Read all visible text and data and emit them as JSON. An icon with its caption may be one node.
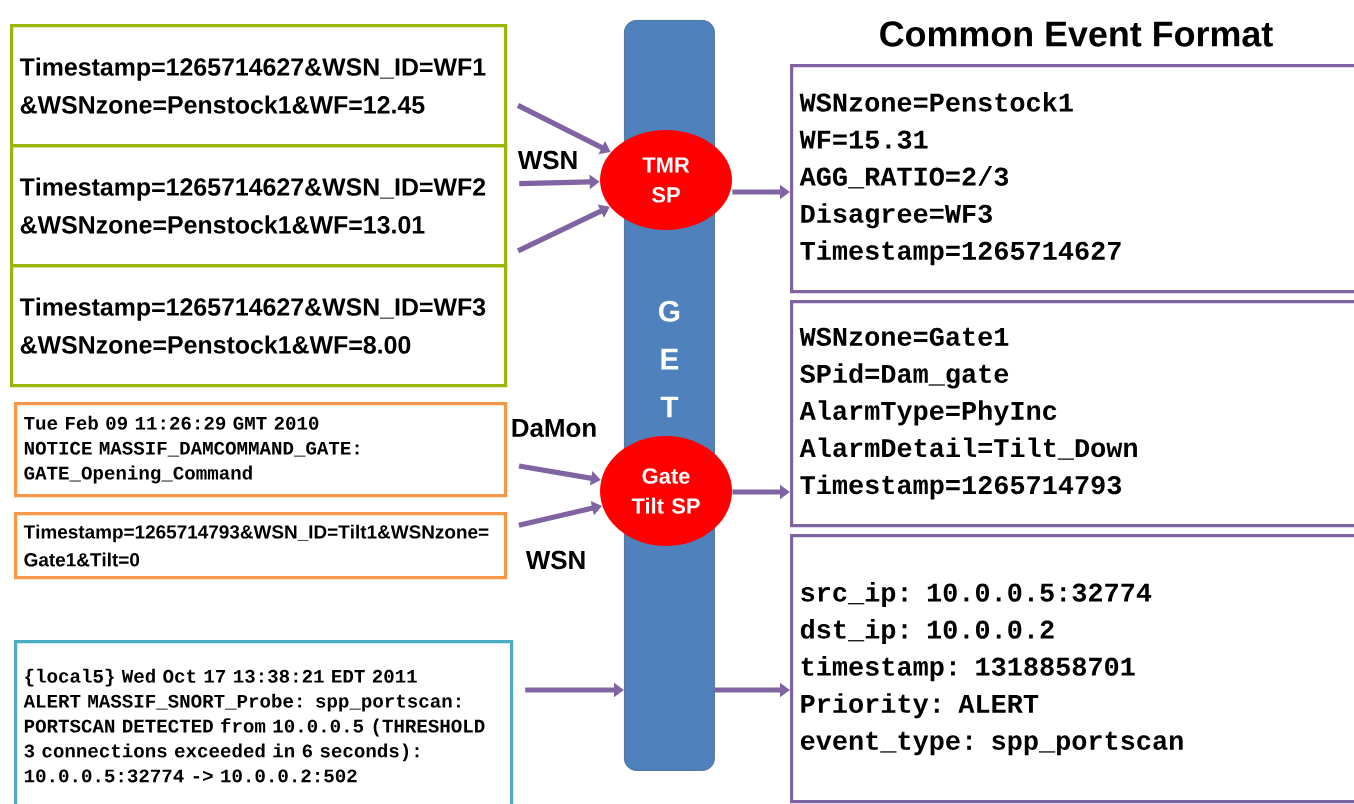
{
  "diagram": {
    "title": "Common Event Format",
    "nodes": [
      {
        "text": [
          "Timestamp=1265714627&WSN_ID=WF1&WSNzone=Penstock1&WF=12.45"
        ]
      },
      {
        "text": [
          "Timestamp=1265714627&WSN_ID=WF2&WSNzone=Penstock1&WF=13.01"
        ]
      },
      {
        "text": [
          "Timestamp=1265714627&WSN_ID=WF3&WSNzone=Penstock1&WF=8.00"
        ]
      },
      {
        "text": [
          "Tue Feb 09 11:26:29 GMT 2010 NOTICE MASSIF_DAMCOMMAND_GATE: GATE_Opening_Command"
        ]
      },
      {
        "text": [
          "Timestamp=1265714793&WSN_ID=Tilt1&WSNzone=Gate1&Tilt=0"
        ]
      },
      {
        "text": [
          "{local5} Wed Oct 17 13:38:21 EDT 2011 ALERT MASSIF_SNORT_Probe: spp_portscan: PORTSCAN DETECTED from 10.0.0.5 (THRESHOLD 3 connections exceeded in 6 seconds): 10.0.0.5:32774 -> 10.0.0.2:502"
        ]
      },
      {
        "text": [
          "G E T"
        ]
      },
      {
        "text": [
          "TMR SP"
        ]
      },
      {
        "text": [
          "Gate Tilt SP"
        ]
      },
      {
        "text": [
          "WSNzone=Penstock1",
          "WF=15.31",
          "AGG_RATIO=2/3",
          "Disagree=WF3",
          "Timestamp=1265714627"
        ]
      },
      {
        "text": [
          "WSNzone=Gate1",
          "SPid=Dam_gate",
          "AlarmType=PhyInc",
          "AlarmDetail=Tilt_Down",
          "Timestamp=1265714793"
        ]
      },
      {
        "text": [
          "src_ip: 10.0.0.5:32774",
          "dst_ip: 10.0.0.2",
          "timestamp: 1318858701",
          "Priority: ALERT",
          "event_type: spp_portscan"
        ]
      }
    ],
    "edges": [
      {
        "from": 0,
        "to": 7,
        "arrow": "to"
      },
      {
        "from": 1,
        "to": 7,
        "arrow": "to",
        "label": "WSN"
      },
      {
        "from": 2,
        "to": 7,
        "arrow": "to"
      },
      {
        "from": 3,
        "to": 8,
        "arrow": "to",
        "label": "DaMon"
      },
      {
        "from": 4,
        "to": 8,
        "arrow": "to",
        "label": "WSN"
      },
      {
        "from": 5,
        "to": 6,
        "arrow": "to"
      },
      {
        "from": 7,
        "to": 9,
        "arrow": "to"
      },
      {
        "from": 8,
        "to": 10,
        "arrow": "to"
      },
      {
        "from": 6,
        "to": 11,
        "arrow": "to"
      }
    ]
  }
}
